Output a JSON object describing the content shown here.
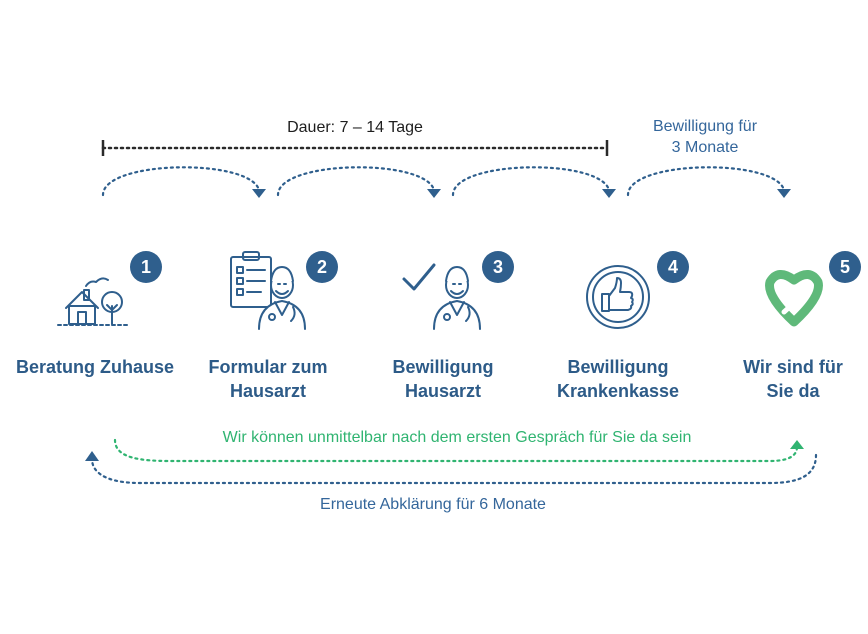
{
  "timeline": {
    "duration_label": "Dauer: 7 – 14 Tage",
    "approval_line1": "Bewilligung für",
    "approval_line2": "3 Monate"
  },
  "steps": [
    {
      "number": "1",
      "line1": "Beratung Zuhause",
      "line2": "",
      "icon": "house-tree-icon"
    },
    {
      "number": "2",
      "line1": "Formular zum",
      "line2": "Hausarzt",
      "icon": "clipboard-doctor-icon"
    },
    {
      "number": "3",
      "line1": "Bewilligung",
      "line2": "Hausarzt",
      "icon": "checkmark-doctor-icon"
    },
    {
      "number": "4",
      "line1": "Bewilligung",
      "line2": "Krankenkasse",
      "icon": "thumbs-up-icon"
    },
    {
      "number": "5",
      "line1": "Wir sind für",
      "line2": "Sie da",
      "icon": "heart-logo-icon"
    }
  ],
  "footer": {
    "green_note": "Wir können unmittelbar nach dem ersten Gespräch für Sie da sein",
    "blue_note": "Erneute Abklärung für 6 Monate"
  },
  "colors": {
    "primary_blue": "#2f5f8d",
    "text_blue": "#34669b",
    "accent_green": "#30b471",
    "logo_green": "#5fb97a"
  }
}
